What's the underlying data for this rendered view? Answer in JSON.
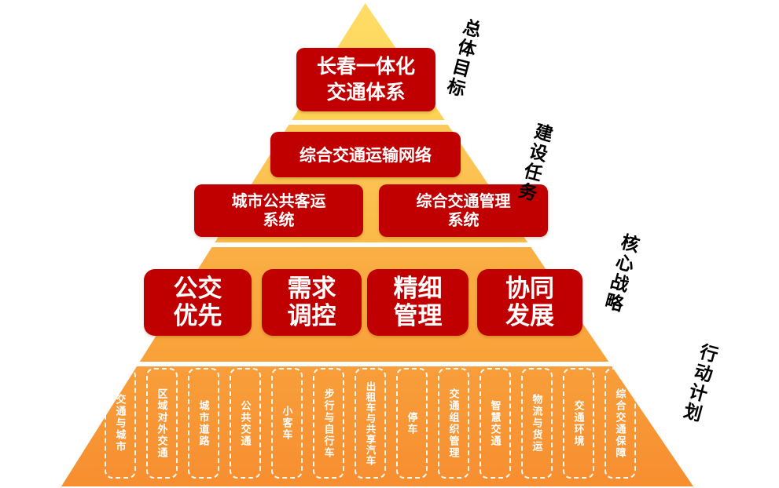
{
  "diagram": {
    "side_labels": [
      "总体目标",
      "建设任务",
      "核心战略",
      "行动计划"
    ],
    "level1": {
      "line1": "长春一体化",
      "line2": "交通体系"
    },
    "level2": {
      "top": "综合交通运输网络",
      "left_line1": "城市公共客运",
      "left_line2": "系统",
      "right_line1": "综合交通管理",
      "right_line2": "系统"
    },
    "level3": [
      {
        "line1": "公交",
        "line2": "优先"
      },
      {
        "line1": "需求",
        "line2": "调控"
      },
      {
        "line1": "精细",
        "line2": "管理"
      },
      {
        "line1": "协同",
        "line2": "发展"
      }
    ],
    "level4": [
      "交通与城市",
      "区域对外交通",
      "城市道路",
      "公共交通",
      "小客车",
      "步行与自行车",
      "出租车与共享汽车",
      "停车",
      "交通组织管理",
      "智慧交通",
      "物流与货运",
      "交通环境",
      "综合交通保障"
    ],
    "colors": {
      "band1": "#FED95E",
      "band2": "#FBC050",
      "band3": "#F9A83E",
      "band4": "#F79434",
      "box_red": "#C00000",
      "box_text": "#FFFFFF",
      "side_label_text": "#000000",
      "separator": "#FFFFFF"
    }
  }
}
